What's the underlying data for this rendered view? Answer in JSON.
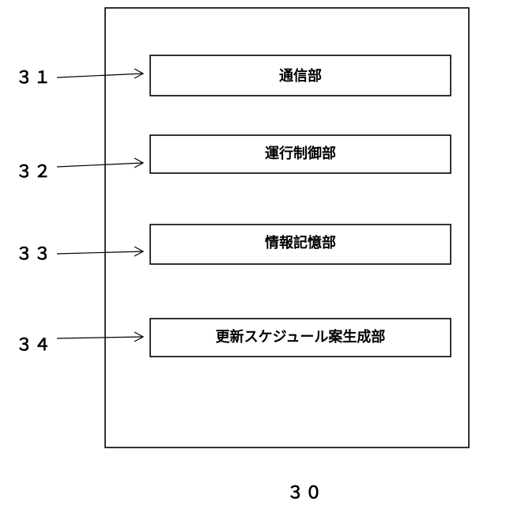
{
  "diagram": {
    "main_ref": "３０",
    "components": [
      {
        "ref": "３１",
        "label": "通信部"
      },
      {
        "ref": "３２",
        "label": "運行制御部"
      },
      {
        "ref": "３３",
        "label": "情報記憶部"
      },
      {
        "ref": "３４",
        "label": "更新スケジュール案生成部"
      }
    ]
  }
}
